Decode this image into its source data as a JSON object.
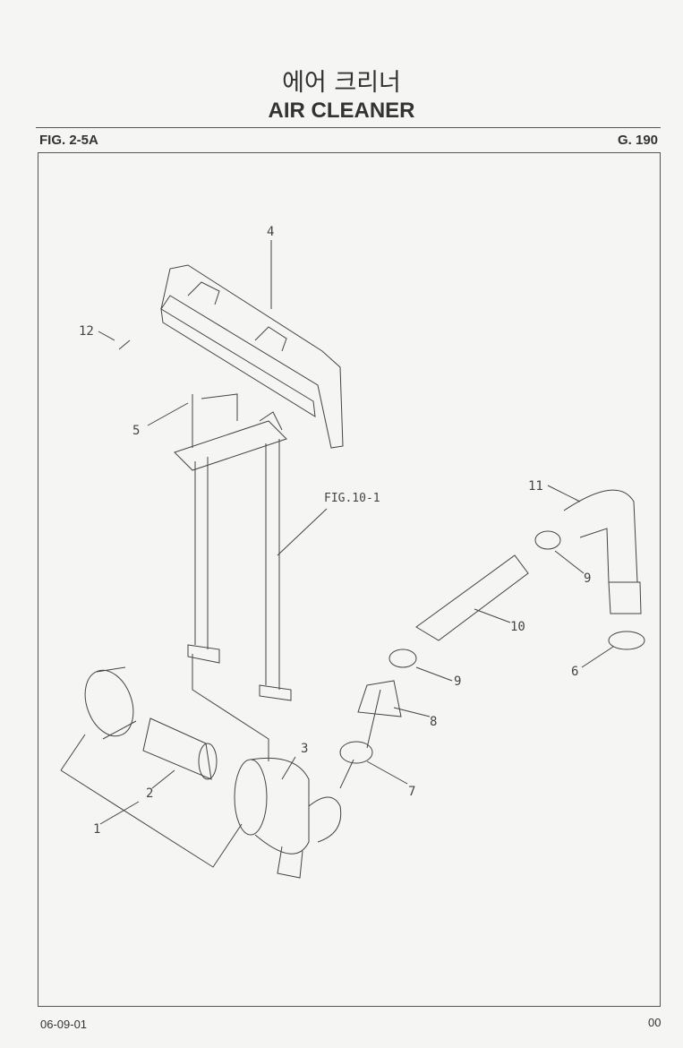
{
  "header": {
    "title_korean": "에어 크리너",
    "title_english": "AIR CLEANER",
    "figure": "FIG. 2-5A",
    "group": "G. 190"
  },
  "diagram": {
    "callouts": [
      "1",
      "2",
      "3",
      "4",
      "5",
      "6",
      "7",
      "8",
      "9",
      "9",
      "10",
      "11",
      "12"
    ],
    "reference": "FIG.10-1"
  },
  "footer": {
    "date": "06-09-01",
    "revision": "00"
  }
}
